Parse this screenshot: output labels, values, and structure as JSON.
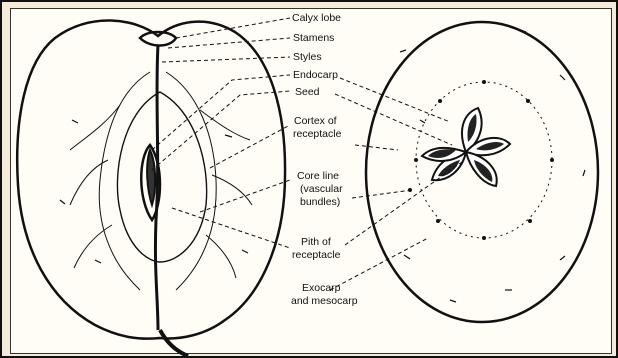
{
  "diagram": {
    "labels": [
      {
        "id": "calyx-lobe",
        "text": "Calyx lobe"
      },
      {
        "id": "stamens",
        "text": "Stamens"
      },
      {
        "id": "styles",
        "text": "Styles"
      },
      {
        "id": "endocarp",
        "text": "Endocarp"
      },
      {
        "id": "seed",
        "text": "Seed"
      },
      {
        "id": "cortex-1",
        "text": "Cortex of"
      },
      {
        "id": "cortex-2",
        "text": "receptacle"
      },
      {
        "id": "core-1",
        "text": "Core line"
      },
      {
        "id": "core-2",
        "text": "(vascular"
      },
      {
        "id": "core-3",
        "text": "bundles)"
      },
      {
        "id": "pith-1",
        "text": "Pith of"
      },
      {
        "id": "pith-2",
        "text": "receptacle"
      },
      {
        "id": "exo-1",
        "text": "Exocarp"
      },
      {
        "id": "exo-2",
        "text": "and mesocarp"
      }
    ]
  }
}
